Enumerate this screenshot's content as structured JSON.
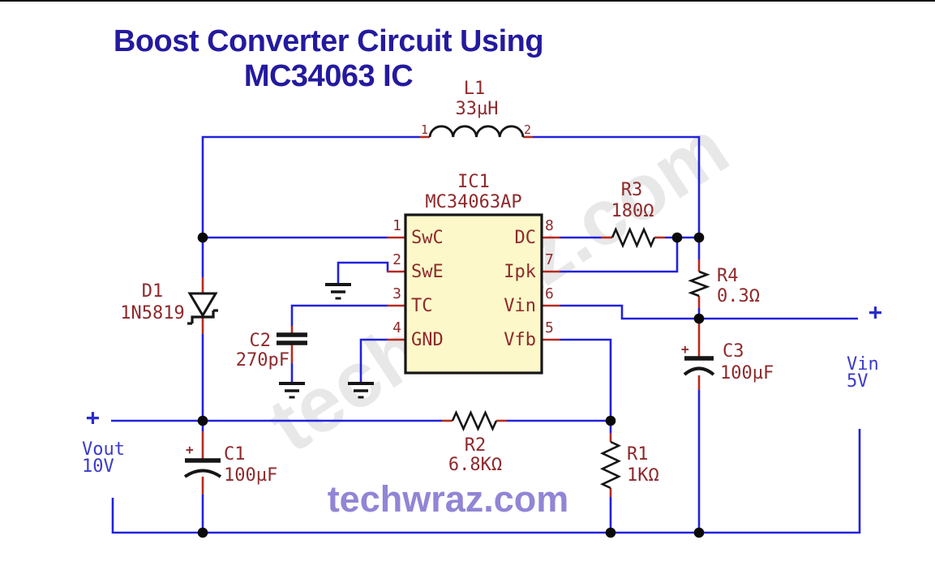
{
  "title": "Boost Converter Circuit Using MC34063 IC",
  "watermarks": {
    "diagonal": "techwraz.com",
    "footer": "techwraz.com"
  },
  "colors": {
    "wire_blue": "#2222dd",
    "pin_stub_red": "#b42b22",
    "label_dark_red": "#8e2a2c",
    "net_label_blue": "#3b3bcb",
    "ic_fill": "#fcf8c9",
    "title_navy": "#241a9e",
    "watermark_purple": "#9185d6",
    "watermark_gray": "#e8e8e8",
    "junction_black": "#0a0a0a"
  },
  "ic": {
    "ref": "IC1",
    "part": "MC34063AP",
    "pins": {
      "p1": {
        "num": "1",
        "name": "SwC"
      },
      "p2": {
        "num": "2",
        "name": "SwE"
      },
      "p3": {
        "num": "3",
        "name": "TC"
      },
      "p4": {
        "num": "4",
        "name": "GND"
      },
      "p5": {
        "num": "5",
        "name": "Vfb"
      },
      "p6": {
        "num": "6",
        "name": "Vin"
      },
      "p7": {
        "num": "7",
        "name": "Ipk"
      },
      "p8": {
        "num": "8",
        "name": "DC"
      }
    }
  },
  "components": {
    "L1": {
      "ref": "L1",
      "value": "33µH",
      "pin1": "1",
      "pin2": "2"
    },
    "D1": {
      "ref": "D1",
      "value": "1N5819"
    },
    "C1": {
      "ref": "C1",
      "value": "100µF",
      "plus": "+"
    },
    "C2": {
      "ref": "C2",
      "value": "270pF"
    },
    "C3": {
      "ref": "C3",
      "value": "100µF",
      "plus": "+"
    },
    "R1": {
      "ref": "R1",
      "value": "1KΩ"
    },
    "R2": {
      "ref": "R2",
      "value": "6.8KΩ"
    },
    "R3": {
      "ref": "R3",
      "value": "180Ω"
    },
    "R4": {
      "ref": "R4",
      "value": "0.3Ω"
    }
  },
  "terminals": {
    "vout": {
      "plus": "+",
      "label": "Vout",
      "value": "10V"
    },
    "vin": {
      "plus": "+",
      "label": "Vin",
      "value": "5V"
    }
  }
}
